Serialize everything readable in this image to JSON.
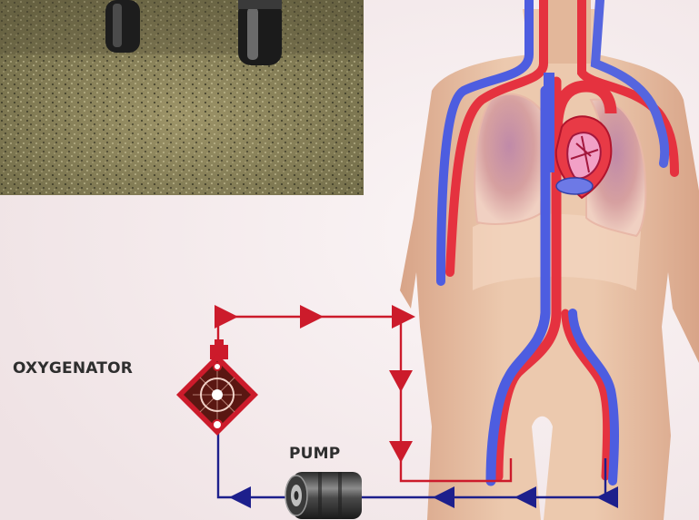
{
  "labels": {
    "oxygenator": "OXYGENATOR",
    "pump": "PUMP"
  },
  "components": {
    "oxygenator": {
      "icon": "oxygenator-icon"
    },
    "pump": {
      "icon": "pump-icon"
    },
    "photo": {
      "icon": "floor-photo-with-chair-wheels"
    },
    "body": {
      "icon": "human-torso-circulation-icon"
    }
  },
  "colors": {
    "background": "#f7eeef",
    "oxygenated": "#cc1b2b",
    "deoxygenated": "#1d1f8c",
    "artery": "#e5323f",
    "vein": "#4d5de0",
    "skin": "#e7c2a6",
    "lung": "#d79b9b"
  }
}
